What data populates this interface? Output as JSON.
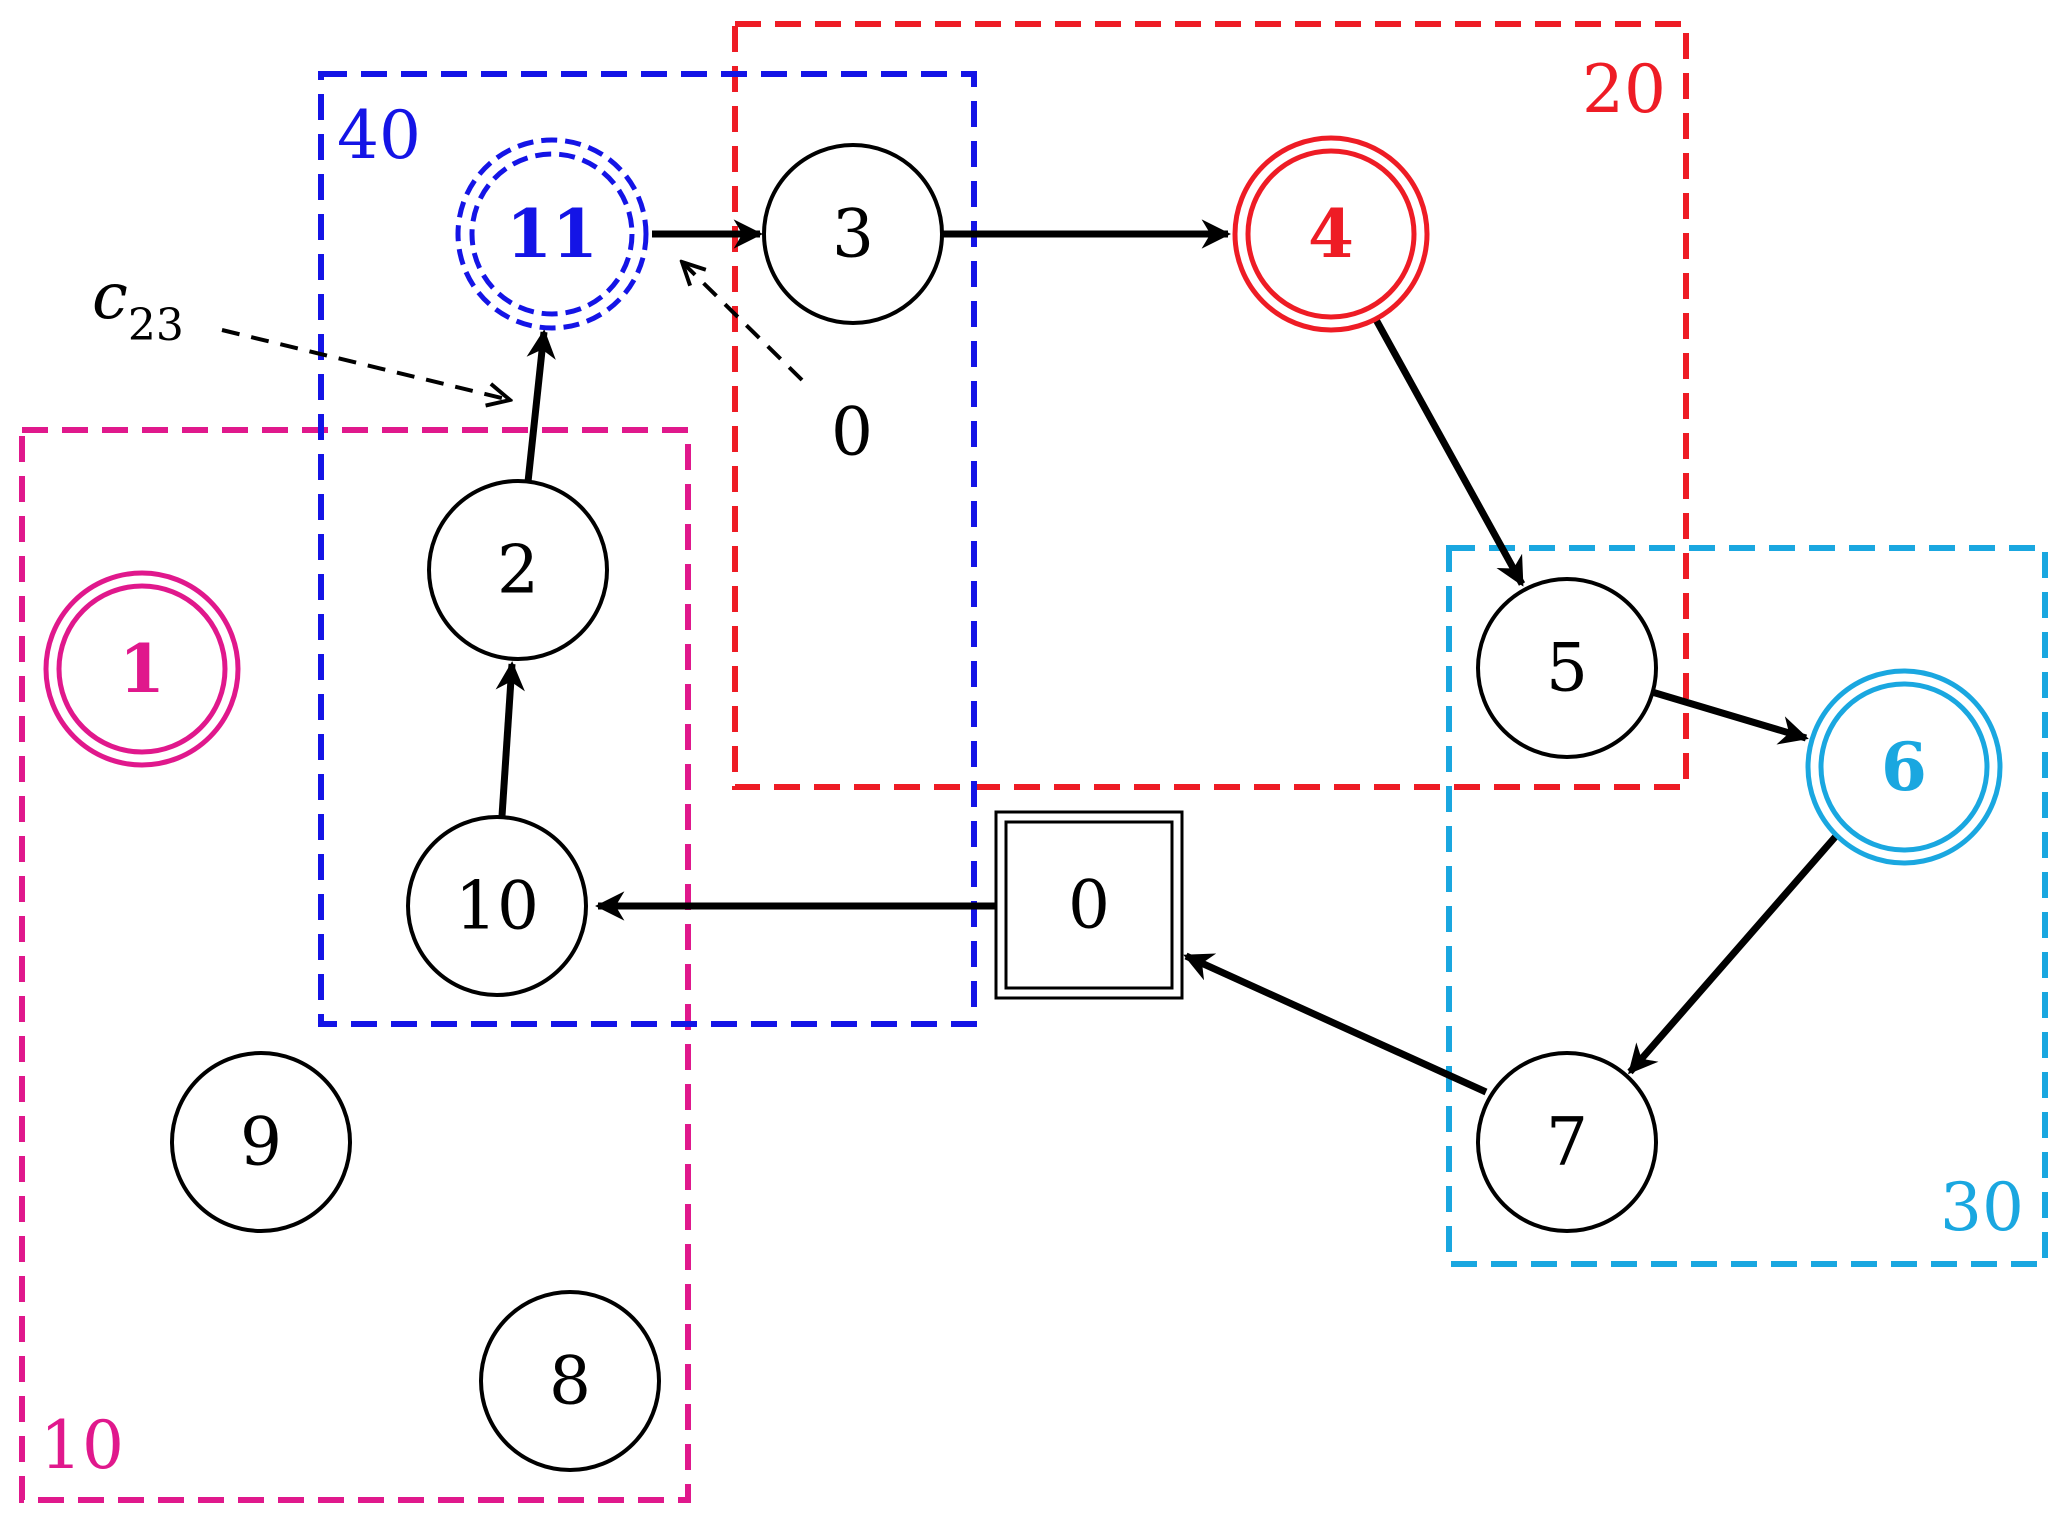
{
  "regions": [
    {
      "id": "region-10",
      "label": "10",
      "color": "#e0188c"
    },
    {
      "id": "region-20",
      "label": "20",
      "color": "#ee1c25"
    },
    {
      "id": "region-30",
      "label": "30",
      "color": "#1aa7e0"
    },
    {
      "id": "region-40",
      "label": "40",
      "color": "#1414e6"
    }
  ],
  "nodes": [
    {
      "id": "0",
      "label": "0",
      "shape": "double-square",
      "color": "#000000"
    },
    {
      "id": "1",
      "label": "1",
      "shape": "double-circle",
      "color": "#e0188c",
      "bold": true
    },
    {
      "id": "2",
      "label": "2",
      "shape": "circle",
      "color": "#000000"
    },
    {
      "id": "3",
      "label": "3",
      "shape": "circle",
      "color": "#000000"
    },
    {
      "id": "4",
      "label": "4",
      "shape": "double-circle",
      "color": "#ee1c25",
      "bold": true
    },
    {
      "id": "5",
      "label": "5",
      "shape": "circle",
      "color": "#000000"
    },
    {
      "id": "6",
      "label": "6",
      "shape": "double-circle",
      "color": "#1aa7e0",
      "bold": true
    },
    {
      "id": "7",
      "label": "7",
      "shape": "circle",
      "color": "#000000"
    },
    {
      "id": "8",
      "label": "8",
      "shape": "circle",
      "color": "#000000"
    },
    {
      "id": "9",
      "label": "9",
      "shape": "circle",
      "color": "#000000"
    },
    {
      "id": "10",
      "label": "10",
      "shape": "circle",
      "color": "#000000"
    },
    {
      "id": "11",
      "label": "11",
      "shape": "double-dashed-circle",
      "color": "#1414e6",
      "bold": true
    }
  ],
  "edges": [
    {
      "from": "0",
      "to": "10"
    },
    {
      "from": "10",
      "to": "2"
    },
    {
      "from": "2",
      "to": "11"
    },
    {
      "from": "11",
      "to": "3"
    },
    {
      "from": "3",
      "to": "4"
    },
    {
      "from": "4",
      "to": "5"
    },
    {
      "from": "5",
      "to": "6"
    },
    {
      "from": "6",
      "to": "7"
    },
    {
      "from": "7",
      "to": "0"
    }
  ],
  "annotations": [
    {
      "id": "cost-c23",
      "text": "c",
      "subscript": "23",
      "target": "edge 2→11"
    },
    {
      "id": "cost-zero",
      "text": "0",
      "target": "edge 11→3"
    }
  ]
}
